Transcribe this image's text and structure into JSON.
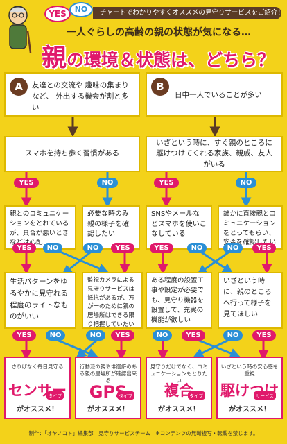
{
  "header": {
    "yes_bubble": "YES",
    "no_bubble": "NO",
    "subtitle": "チャートでわかりやすくオススメの見守りサービスをご紹介！",
    "headline1": "一人ぐらしの高齢の親の状態が気になる…",
    "headline2_big": "親",
    "headline2_rest": "の環境＆状態は、どちら？"
  },
  "start": {
    "a_badge": "A",
    "b_badge": "B",
    "a_text": "友達との交流や 趣味の集まりなど、 外出する機会が割と多い",
    "b_text": "日中一人でいることが多い"
  },
  "level2": {
    "left": "スマホを持ち歩く習慣がある",
    "right": "いざという時に、すぐ親のところに駆けつけてくれる家族、親戚、友人がいる"
  },
  "level3": [
    "親とのコミュニケーションをとれているが、具合が悪いときなどは心配",
    "必要な時のみ親の様子を確認したい",
    "SNSやメールなどスマホを使いこなしている",
    "誰かに直接親とコミュニケーションをとってもらい、安否を確認したい"
  ],
  "level4": [
    "生活パターンをゆるやかに見守れる程度のライトなものがいい",
    "監視カメラによる見守りサービスは抵抗があるが、万が一のために親の居場所はできる限り把握していたい",
    "ある程度の設置工事や設定が必要でも、見守り機器を設置して、充実の機能が欲しい",
    "いざという時に、親のところへ行って様子を見てほしい"
  ],
  "labels": {
    "yes": "YES",
    "no": "NO"
  },
  "results": [
    {
      "caption": "さりげなく毎日見守る",
      "name": "センサー",
      "type": "タイプ",
      "osusume": "がオススメ！"
    },
    {
      "caption": "行動派の親や俳徊癖のある親の居場所が確認出来る",
      "name": "GPS",
      "type": "タイプ",
      "osusume": "がオススメ！"
    },
    {
      "caption": "見守りだけでなく、コミュニケーションもとりたい",
      "name": "複合",
      "type": "タイプ",
      "osusume": "がオススメ！"
    },
    {
      "caption": "いざという時の安心感を重視",
      "name": "駆けつけ",
      "type": "サービス",
      "osusume": "がオススメ！"
    }
  ],
  "footer": "制作：「オヤノコト」編集部　見守りサービスチーム　※コンテンツの無断複写・転載を禁じます。",
  "colors": {
    "background": "#f3d21a",
    "yes": "#e0196b",
    "no": "#2a8fd6",
    "brown": "#6b3c22"
  },
  "icons": {
    "avatar": "elderly-man-icon"
  }
}
